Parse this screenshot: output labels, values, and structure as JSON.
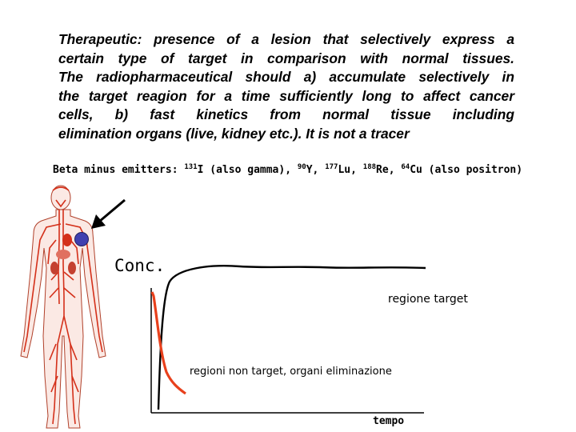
{
  "paragraph": {
    "lines": [
      "Therapeutic: presence of a lesion that selectively express a",
      "certain type of target in comparison with normal tissues.",
      "The radiopharmaceutical should a) accumulate selectively in",
      "the target reagion for a time sufficiently long to affect cancer",
      "cells, b) fast kinetics from normal tissue including",
      "elimination organs (live, kidney etc.). It is not a tracer"
    ]
  },
  "emitters": {
    "prefix": "Beta minus emitters: ",
    "i_mass": "131",
    "i_text": "I (also gamma), ",
    "y_mass": "90",
    "y_text": "Y, ",
    "lu_mass": "177",
    "lu_text": "Lu, ",
    "re_mass": "188",
    "re_text": "Re, ",
    "cu_mass": "64",
    "cu_text": "Cu (also positron)"
  },
  "diagram": {
    "y_axis_label": "Conc.",
    "target_label": "regione target",
    "nontarget_label": "regioni non target, organi eliminazione",
    "x_axis_label": "tempo",
    "colors": {
      "target_curve": "#000000",
      "nontarget_curve": "#e8401c",
      "lesion_marker": "#4040b0",
      "body_vessels": "#d4301a"
    },
    "icons": [
      "human-body-illustration",
      "arrow-icon",
      "lesion-marker"
    ]
  }
}
